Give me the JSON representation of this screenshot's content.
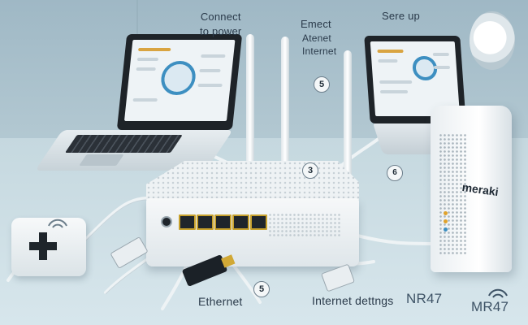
{
  "labels": {
    "connect_power": "Connect\nto power",
    "connect_internet_1": "Emect",
    "connect_internet_2": "Αtenet",
    "internet": "Internet",
    "set_up": "Sere up",
    "ethernet": "Ethernet",
    "internet_settings": "Internet dettngs",
    "model_1": "NR47",
    "model_2": "MR47",
    "brand": "meraki"
  },
  "steps": {
    "s1": "5",
    "s2": "3",
    "s3": "6",
    "s4": "5"
  },
  "icons": [
    "plug-icon",
    "wifi-icon",
    "ethernet-plug-icon",
    "clock-icon",
    "cross-icon"
  ],
  "colors": {
    "accent_blue": "#3d8fc1",
    "port_gold": "#c7a12d",
    "text_dark": "#2a3a4a"
  }
}
